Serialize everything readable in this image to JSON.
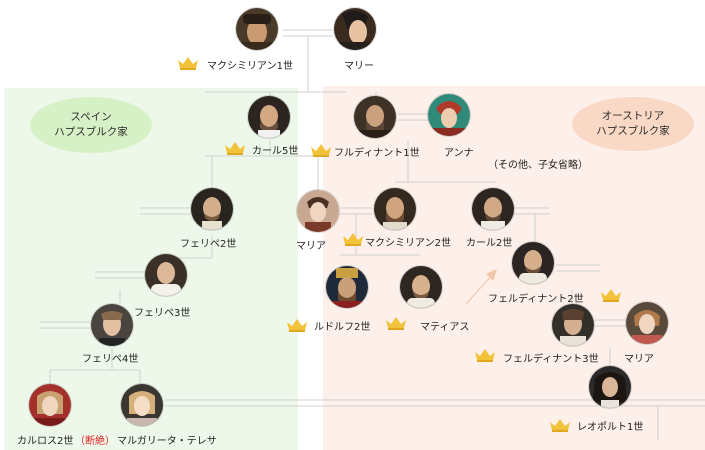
{
  "colors": {
    "spain_bg": "#eef8ea",
    "austria_bg": "#fdf0ea",
    "spain_badge": "#d6f1c6",
    "austria_badge": "#f9d8c5",
    "crown": "#f3c23b",
    "extinct": "#e02020"
  },
  "spain_badge_label": "スペイン\nハプスブルク家",
  "austria_badge_label": "オーストリア\nハプスブルク家",
  "note": "（その他、子女省略）",
  "people": {
    "maximilian1": "マクシミリアン1世",
    "marie": "マリー",
    "karl5": "カール5世",
    "ferdinand1": "フルディナント1世",
    "anna": "アンナ",
    "philipp2": "フェリペ2世",
    "maria": "マリア",
    "maximilian2": "マクシミリアン2世",
    "karl2": "カール2世",
    "philipp3": "フェリペ3世",
    "ferdinand2": "フェルディナント2世",
    "rudolf2": "ルドルフ2世",
    "matthias": "マティアス",
    "philipp4": "フェリペ4世",
    "ferdinand3": "フェルディナント3世",
    "maria2": "マリア",
    "carlos2": "カルロス2世",
    "extinct_label": "（断絶）",
    "margarita": "マルガリータ・テレサ",
    "leopold1": "レオポルト1世"
  }
}
